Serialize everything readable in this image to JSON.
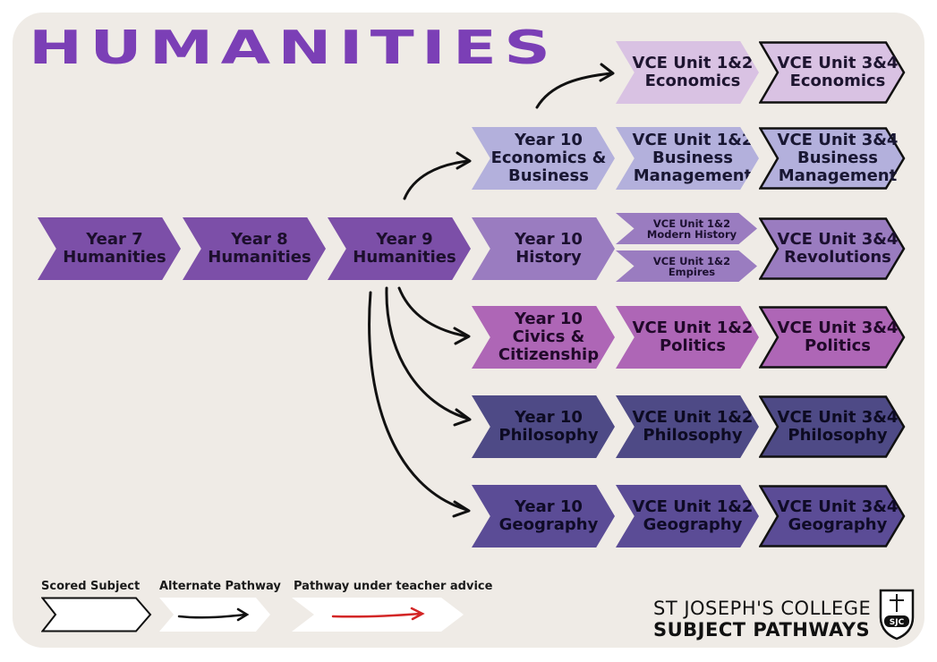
{
  "title": "HUMANITIES",
  "colors": {
    "title": "#7b3fb6",
    "background": "#efebe6",
    "year_core": "#7c4fa8",
    "economics": "#d9c2e3",
    "business": "#b3b0dc",
    "history": "#9a7cc0",
    "politics": "#ae66b6",
    "philosophy": "#4e4a86",
    "geography": "#5b4c96",
    "alternate_arrow": "#111111",
    "teacher_arrow": "#d32626"
  },
  "core": [
    {
      "label": "Year 7\nHumanities"
    },
    {
      "label": "Year 8\nHumanities"
    },
    {
      "label": "Year 9\nHumanities"
    }
  ],
  "rows": {
    "economics": {
      "vce12": "VCE Unit 1&2\nEconomics",
      "vce34": "VCE Unit 3&4\nEconomics"
    },
    "business": {
      "y10": "Year 10\nEconomics &\nBusiness",
      "vce12": "VCE Unit 1&2\nBusiness\nManagement",
      "vce34": "VCE Unit 3&4\nBusiness\nManagement"
    },
    "history": {
      "y10": "Year 10\nHistory",
      "vce12a": "VCE Unit 1&2\nModern History",
      "vce12b": "VCE Unit 1&2\nEmpires",
      "vce34": "VCE Unit 3&4\nRevolutions"
    },
    "politics": {
      "y10": "Year 10\nCivics &\nCitizenship",
      "vce12": "VCE Unit 1&2\nPolitics",
      "vce34": "VCE Unit 3&4\nPolitics"
    },
    "philosophy": {
      "y10": "Year 10\nPhilosophy",
      "vce12": "VCE Unit 1&2\nPhilosophy",
      "vce34": "VCE Unit 3&4\nPhilosophy"
    },
    "geography": {
      "y10": "Year 10\nGeography",
      "vce12": "VCE Unit 1&2\nGeography",
      "vce34": "VCE Unit 3&4\nGeography"
    }
  },
  "legend": {
    "scored": "Scored Subject",
    "alternate": "Alternate Pathway",
    "teacher": "Pathway under teacher advice"
  },
  "brand": {
    "line1": "ST JOSEPH'S COLLEGE",
    "line2": "SUBJECT PATHWAYS",
    "crest_text": "SJC"
  }
}
